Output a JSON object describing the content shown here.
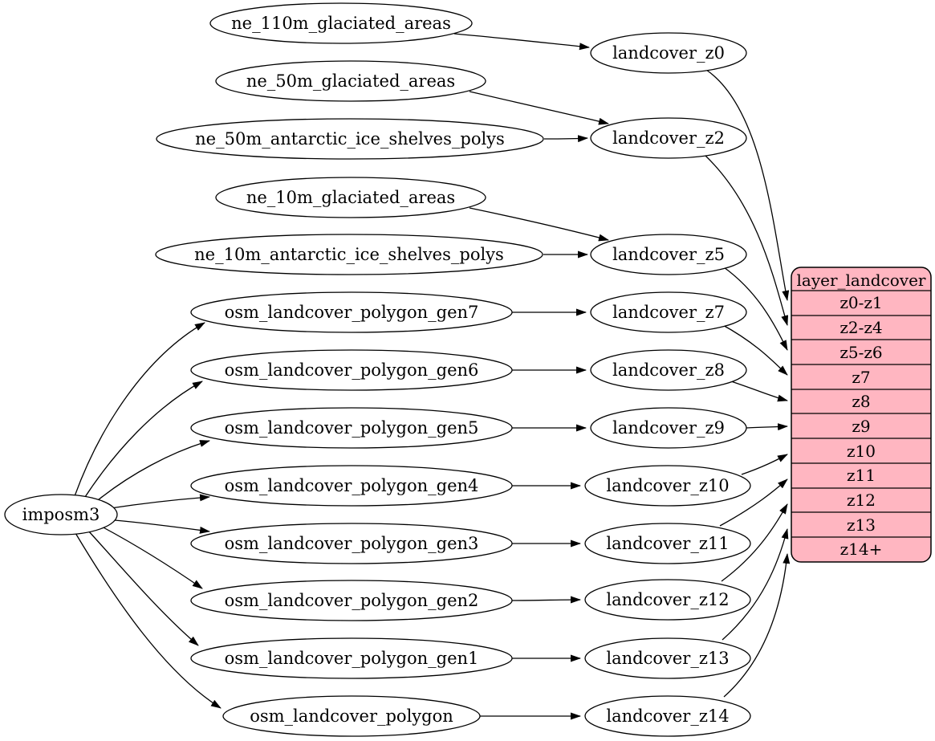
{
  "colors": {
    "background": "#ffffff",
    "node_fill": "#ffffff",
    "stroke": "#000000",
    "table_fill": "#ffb6c1"
  },
  "nodes": {
    "imposm3": {
      "label": "imposm3"
    },
    "ne_110m_glaciated_areas": {
      "label": "ne_110m_glaciated_areas"
    },
    "ne_50m_glaciated_areas": {
      "label": "ne_50m_glaciated_areas"
    },
    "ne_50m_antarctic_ice_shelves_polys": {
      "label": "ne_50m_antarctic_ice_shelves_polys"
    },
    "ne_10m_glaciated_areas": {
      "label": "ne_10m_glaciated_areas"
    },
    "ne_10m_antarctic_ice_shelves_polys": {
      "label": "ne_10m_antarctic_ice_shelves_polys"
    },
    "osm_landcover_polygon_gen7": {
      "label": "osm_landcover_polygon_gen7"
    },
    "osm_landcover_polygon_gen6": {
      "label": "osm_landcover_polygon_gen6"
    },
    "osm_landcover_polygon_gen5": {
      "label": "osm_landcover_polygon_gen5"
    },
    "osm_landcover_polygon_gen4": {
      "label": "osm_landcover_polygon_gen4"
    },
    "osm_landcover_polygon_gen3": {
      "label": "osm_landcover_polygon_gen3"
    },
    "osm_landcover_polygon_gen2": {
      "label": "osm_landcover_polygon_gen2"
    },
    "osm_landcover_polygon_gen1": {
      "label": "osm_landcover_polygon_gen1"
    },
    "osm_landcover_polygon": {
      "label": "osm_landcover_polygon"
    },
    "landcover_z0": {
      "label": "landcover_z0"
    },
    "landcover_z2": {
      "label": "landcover_z2"
    },
    "landcover_z5": {
      "label": "landcover_z5"
    },
    "landcover_z7": {
      "label": "landcover_z7"
    },
    "landcover_z8": {
      "label": "landcover_z8"
    },
    "landcover_z9": {
      "label": "landcover_z9"
    },
    "landcover_z10": {
      "label": "landcover_z10"
    },
    "landcover_z11": {
      "label": "landcover_z11"
    },
    "landcover_z12": {
      "label": "landcover_z12"
    },
    "landcover_z13": {
      "label": "landcover_z13"
    },
    "landcover_z14": {
      "label": "landcover_z14"
    }
  },
  "table": {
    "title": "layer_landcover",
    "rows": [
      "z0-z1",
      "z2-z4",
      "z5-z6",
      "z7",
      "z8",
      "z9",
      "z10",
      "z11",
      "z12",
      "z13",
      "z14+"
    ]
  },
  "edges": [
    [
      "ne_110m_glaciated_areas",
      "landcover_z0"
    ],
    [
      "ne_50m_glaciated_areas",
      "landcover_z2"
    ],
    [
      "ne_50m_antarctic_ice_shelves_polys",
      "landcover_z2"
    ],
    [
      "ne_10m_glaciated_areas",
      "landcover_z5"
    ],
    [
      "ne_10m_antarctic_ice_shelves_polys",
      "landcover_z5"
    ],
    [
      "imposm3",
      "osm_landcover_polygon_gen7"
    ],
    [
      "imposm3",
      "osm_landcover_polygon_gen6"
    ],
    [
      "imposm3",
      "osm_landcover_polygon_gen5"
    ],
    [
      "imposm3",
      "osm_landcover_polygon_gen4"
    ],
    [
      "imposm3",
      "osm_landcover_polygon_gen3"
    ],
    [
      "imposm3",
      "osm_landcover_polygon_gen2"
    ],
    [
      "imposm3",
      "osm_landcover_polygon_gen1"
    ],
    [
      "imposm3",
      "osm_landcover_polygon"
    ],
    [
      "osm_landcover_polygon_gen7",
      "landcover_z7"
    ],
    [
      "osm_landcover_polygon_gen6",
      "landcover_z8"
    ],
    [
      "osm_landcover_polygon_gen5",
      "landcover_z9"
    ],
    [
      "osm_landcover_polygon_gen4",
      "landcover_z10"
    ],
    [
      "osm_landcover_polygon_gen3",
      "landcover_z11"
    ],
    [
      "osm_landcover_polygon_gen2",
      "landcover_z12"
    ],
    [
      "osm_landcover_polygon_gen1",
      "landcover_z13"
    ],
    [
      "osm_landcover_polygon",
      "landcover_z14"
    ],
    [
      "landcover_z0",
      "layer_landcover:z0-z1"
    ],
    [
      "landcover_z2",
      "layer_landcover:z2-z4"
    ],
    [
      "landcover_z5",
      "layer_landcover:z5-z6"
    ],
    [
      "landcover_z7",
      "layer_landcover:z7"
    ],
    [
      "landcover_z8",
      "layer_landcover:z8"
    ],
    [
      "landcover_z9",
      "layer_landcover:z9"
    ],
    [
      "landcover_z10",
      "layer_landcover:z10"
    ],
    [
      "landcover_z11",
      "layer_landcover:z11"
    ],
    [
      "landcover_z12",
      "layer_landcover:z12"
    ],
    [
      "landcover_z13",
      "layer_landcover:z13"
    ],
    [
      "landcover_z14",
      "layer_landcover:z14+"
    ]
  ]
}
